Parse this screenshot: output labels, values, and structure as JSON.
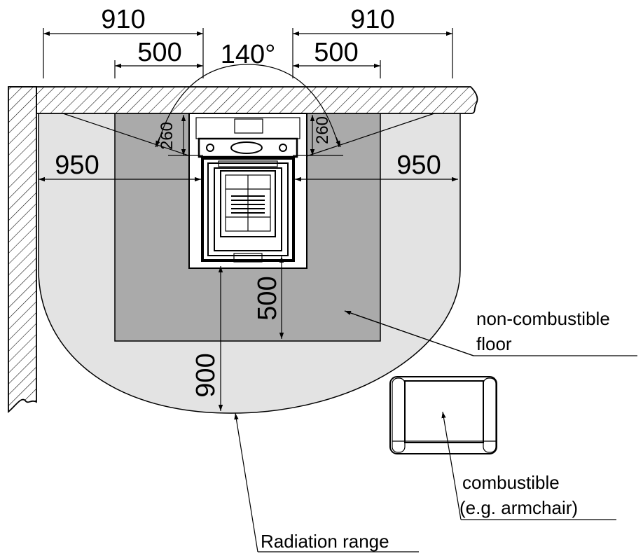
{
  "colors": {
    "radiation_fill": "#e3e3e3",
    "floor_fill": "#aaaaaa",
    "stove_fill": "#ffffff",
    "line": "#000000"
  },
  "dimensions": {
    "top_left_outer": "910",
    "top_left_inner": "500",
    "top_right_outer": "910",
    "top_right_inner": "500",
    "angle": "140°",
    "side_left_back": "260",
    "side_right_back": "260",
    "left_side": "950",
    "right_side": "950",
    "front_floor": "500",
    "front_radiation": "900"
  },
  "labels": {
    "floor_line1": "non-combustible",
    "floor_line2": "floor",
    "armchair_line1": "combustible",
    "armchair_line2": "(e.g.   armchair)",
    "radiation": "Radiation range"
  },
  "icons": {
    "stove": "stove-top-view-icon",
    "armchair": "armchair-icon"
  }
}
